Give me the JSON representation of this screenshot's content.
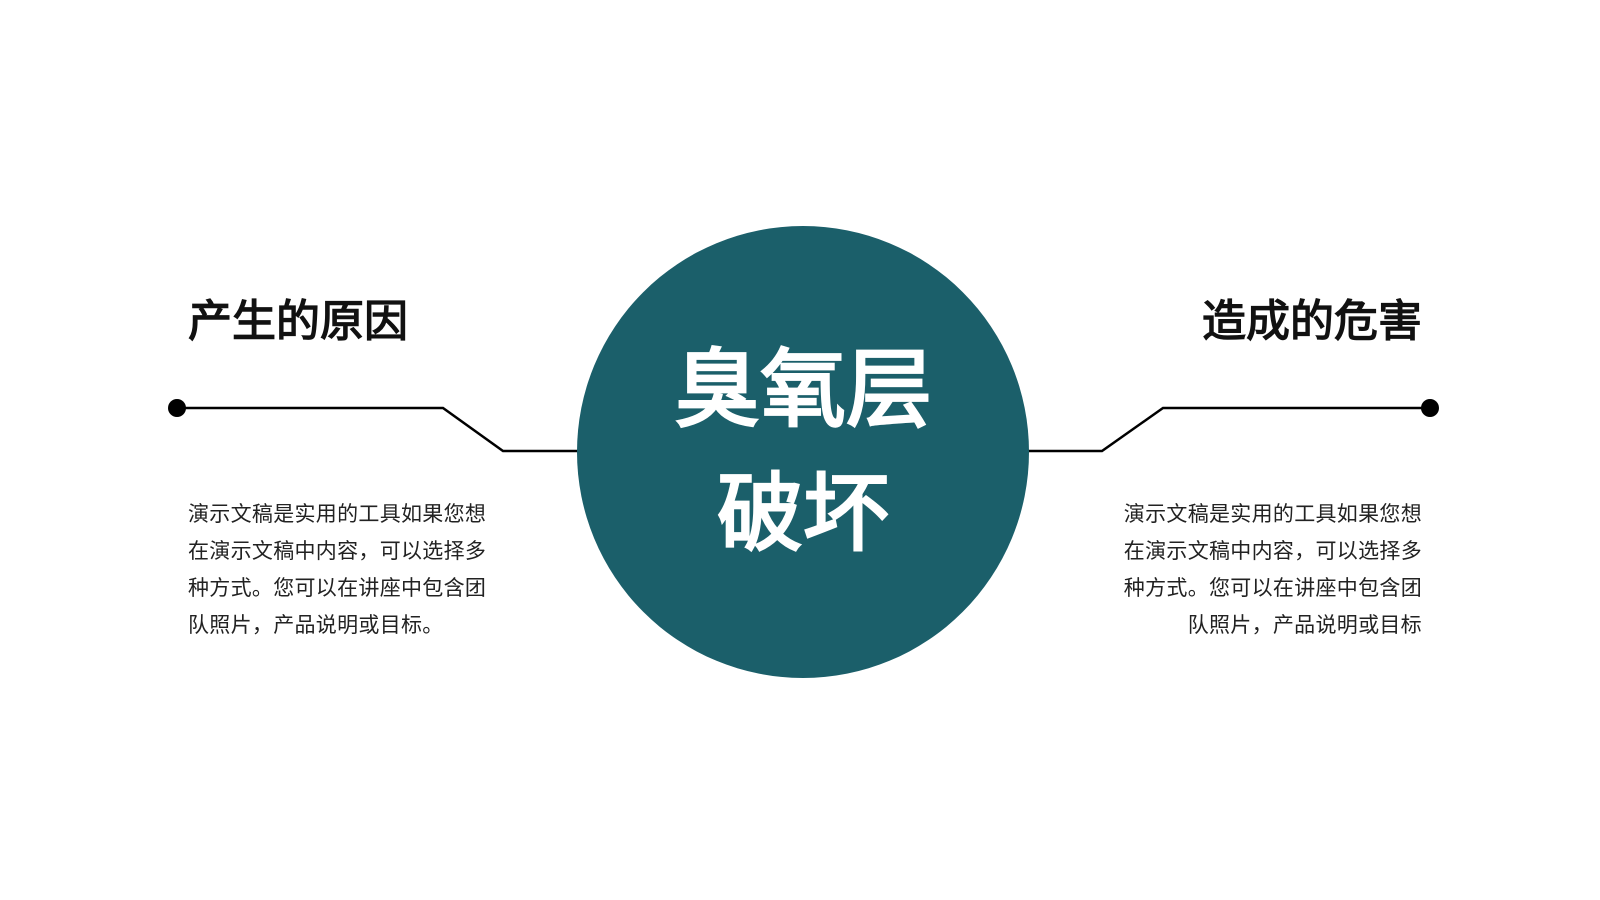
{
  "center": {
    "title_line1": "臭氧层",
    "title_line2": "破坏",
    "color": "#1b5f6a"
  },
  "left": {
    "heading": "产生的原因",
    "body_lines": [
      "演示文稿是实用的工具如果您想",
      "在演示文稿中内容，可以选择多",
      "种方式。您可以在讲座中包含团",
      "队照片，产品说明或目标。"
    ]
  },
  "right": {
    "heading": "造成的危害",
    "body_lines": [
      "演示文稿是实用的工具如果您想",
      "在演示文稿中内容，可以选择多",
      "种方式。您可以在讲座中包含团",
      "队照片，产品说明或目标"
    ]
  },
  "colors": {
    "line": "#000000",
    "text": "#222222",
    "background": "#ffffff"
  }
}
